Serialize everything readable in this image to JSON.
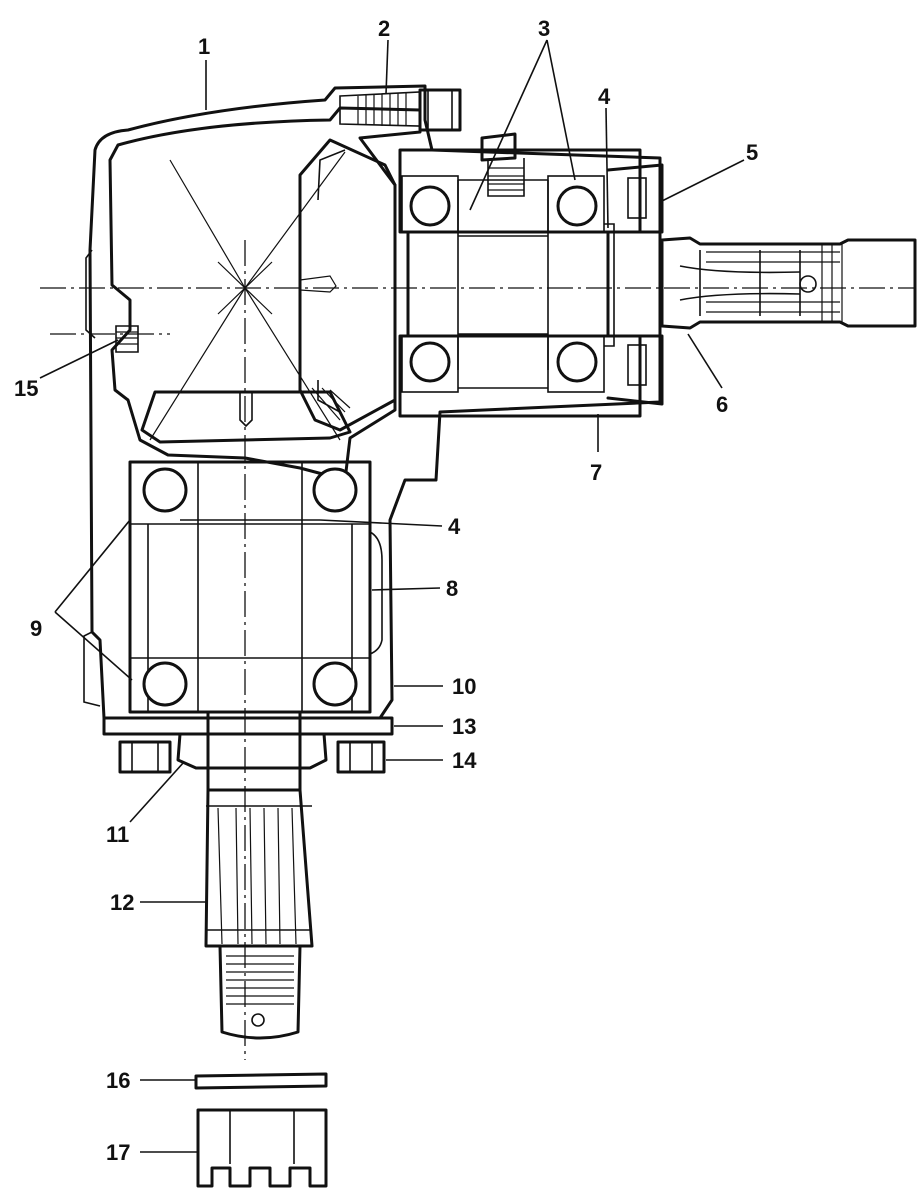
{
  "callouts": {
    "c1": "1",
    "c2": "2",
    "c3": "3",
    "c4a": "4",
    "c4b": "4",
    "c5": "5",
    "c6": "6",
    "c7": "7",
    "c8": "8",
    "c9": "9",
    "c10": "10",
    "c11": "11",
    "c12": "12",
    "c13": "13",
    "c14": "14",
    "c15": "15",
    "c16": "16",
    "c17": "17"
  }
}
